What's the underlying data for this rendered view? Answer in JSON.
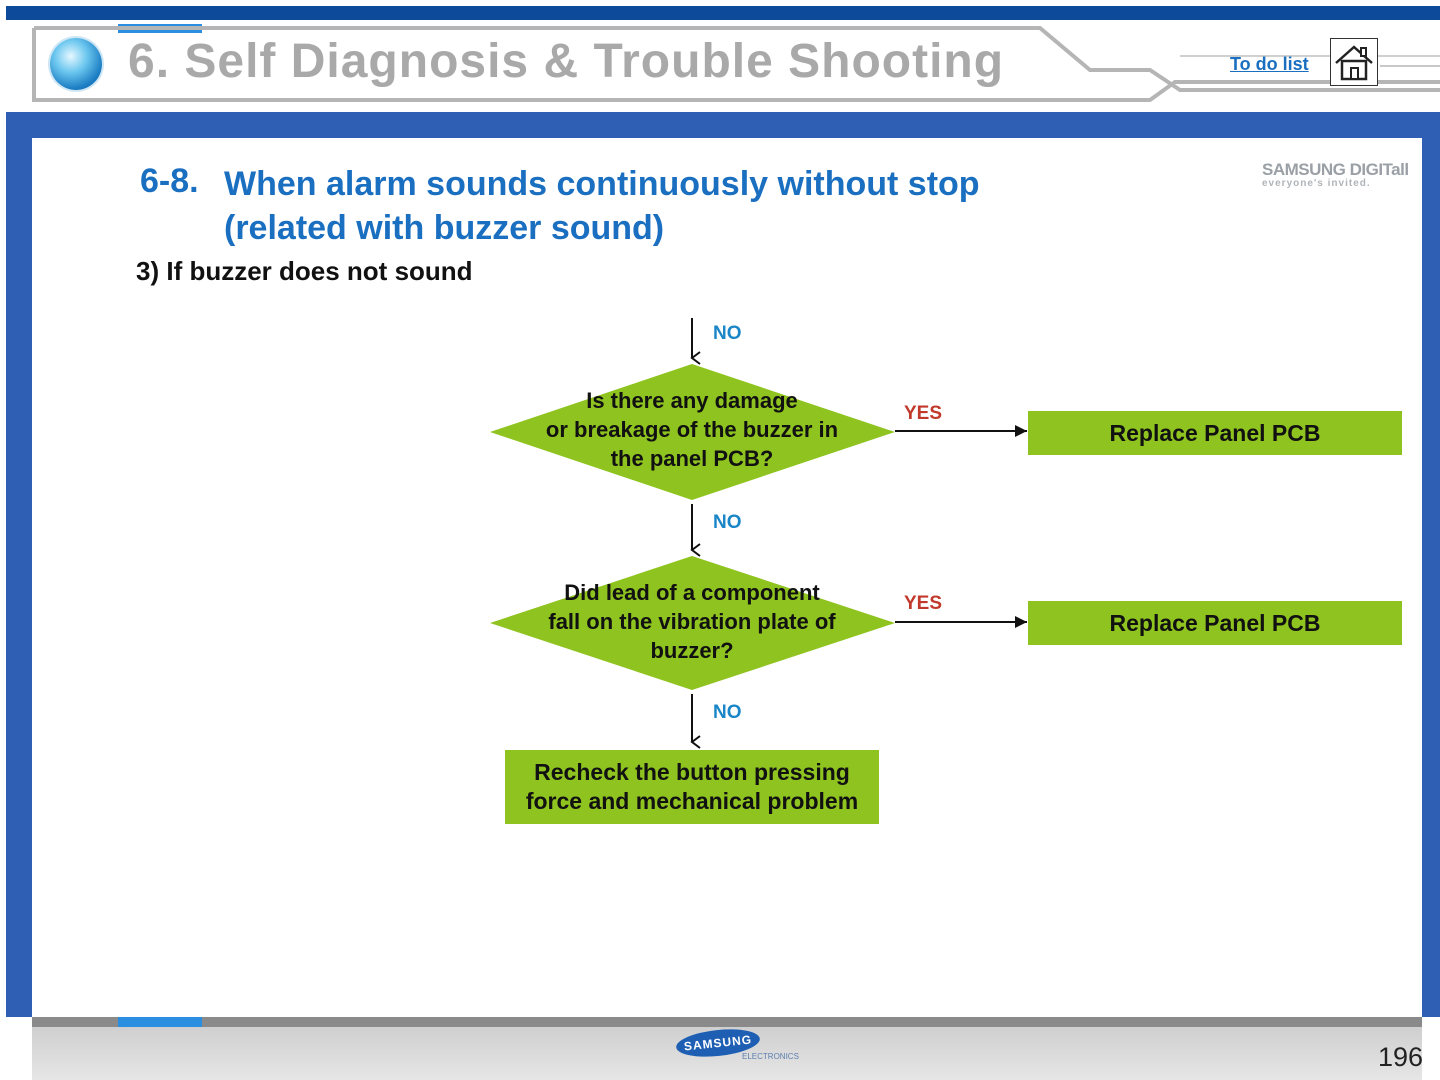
{
  "header": {
    "title": "6. Self Diagnosis & Trouble Shooting",
    "todo_link": "To do list",
    "home_icon": "home-icon"
  },
  "brand": {
    "line1": "SAMSUNG DIGITall",
    "line2": "everyone's invited."
  },
  "section": {
    "number": "6-8.",
    "title_line1": "When alarm sounds continuously without stop",
    "title_line2": "(related with buzzer sound)",
    "subtitle": "3) If buzzer does not sound"
  },
  "flowchart": {
    "entry_label": "NO",
    "decision1": {
      "line1": "Is there any damage",
      "line2": "or breakage of the buzzer in",
      "line3": "the panel PCB?",
      "yes_label": "YES",
      "yes_action": "Replace Panel PCB",
      "no_label": "NO"
    },
    "decision2": {
      "line1": "Did lead of a component",
      "line2": "fall on the vibration plate of",
      "line3": "buzzer?",
      "yes_label": "YES",
      "yes_action": "Replace Panel PCB",
      "no_label": "NO"
    },
    "final_action": {
      "line1": "Recheck the button pressing",
      "line2": "force and mechanical problem"
    },
    "colors": {
      "shape_fill": "#8fc31f",
      "no_label": "#1a86c8",
      "yes_label": "#c0392b"
    }
  },
  "footer": {
    "logo": "SAMSUNG",
    "logo_sub": "ELECTRONICS",
    "page_number": "196"
  }
}
